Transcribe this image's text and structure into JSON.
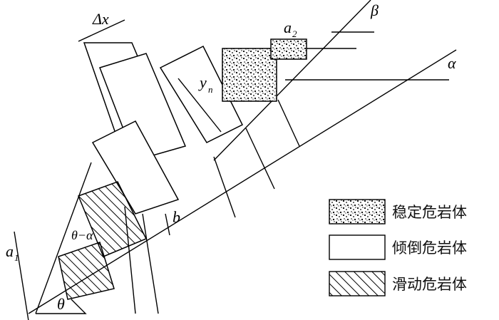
{
  "labels": {
    "delta_x": "Δx",
    "a1": "a",
    "a1_sub": "1",
    "a2": "a",
    "a2_sub": "2",
    "yn": "y",
    "yn_sub": "n",
    "b": "b",
    "alpha": "α",
    "beta": "β",
    "theta": "θ",
    "theta_minus_alpha": "θ−α"
  },
  "legend": {
    "stable": "稳定危岩体",
    "toppling": "倾倒危岩体",
    "sliding": "滑动危岩体"
  },
  "colors": {
    "line": "#000000",
    "background": "#ffffff"
  }
}
